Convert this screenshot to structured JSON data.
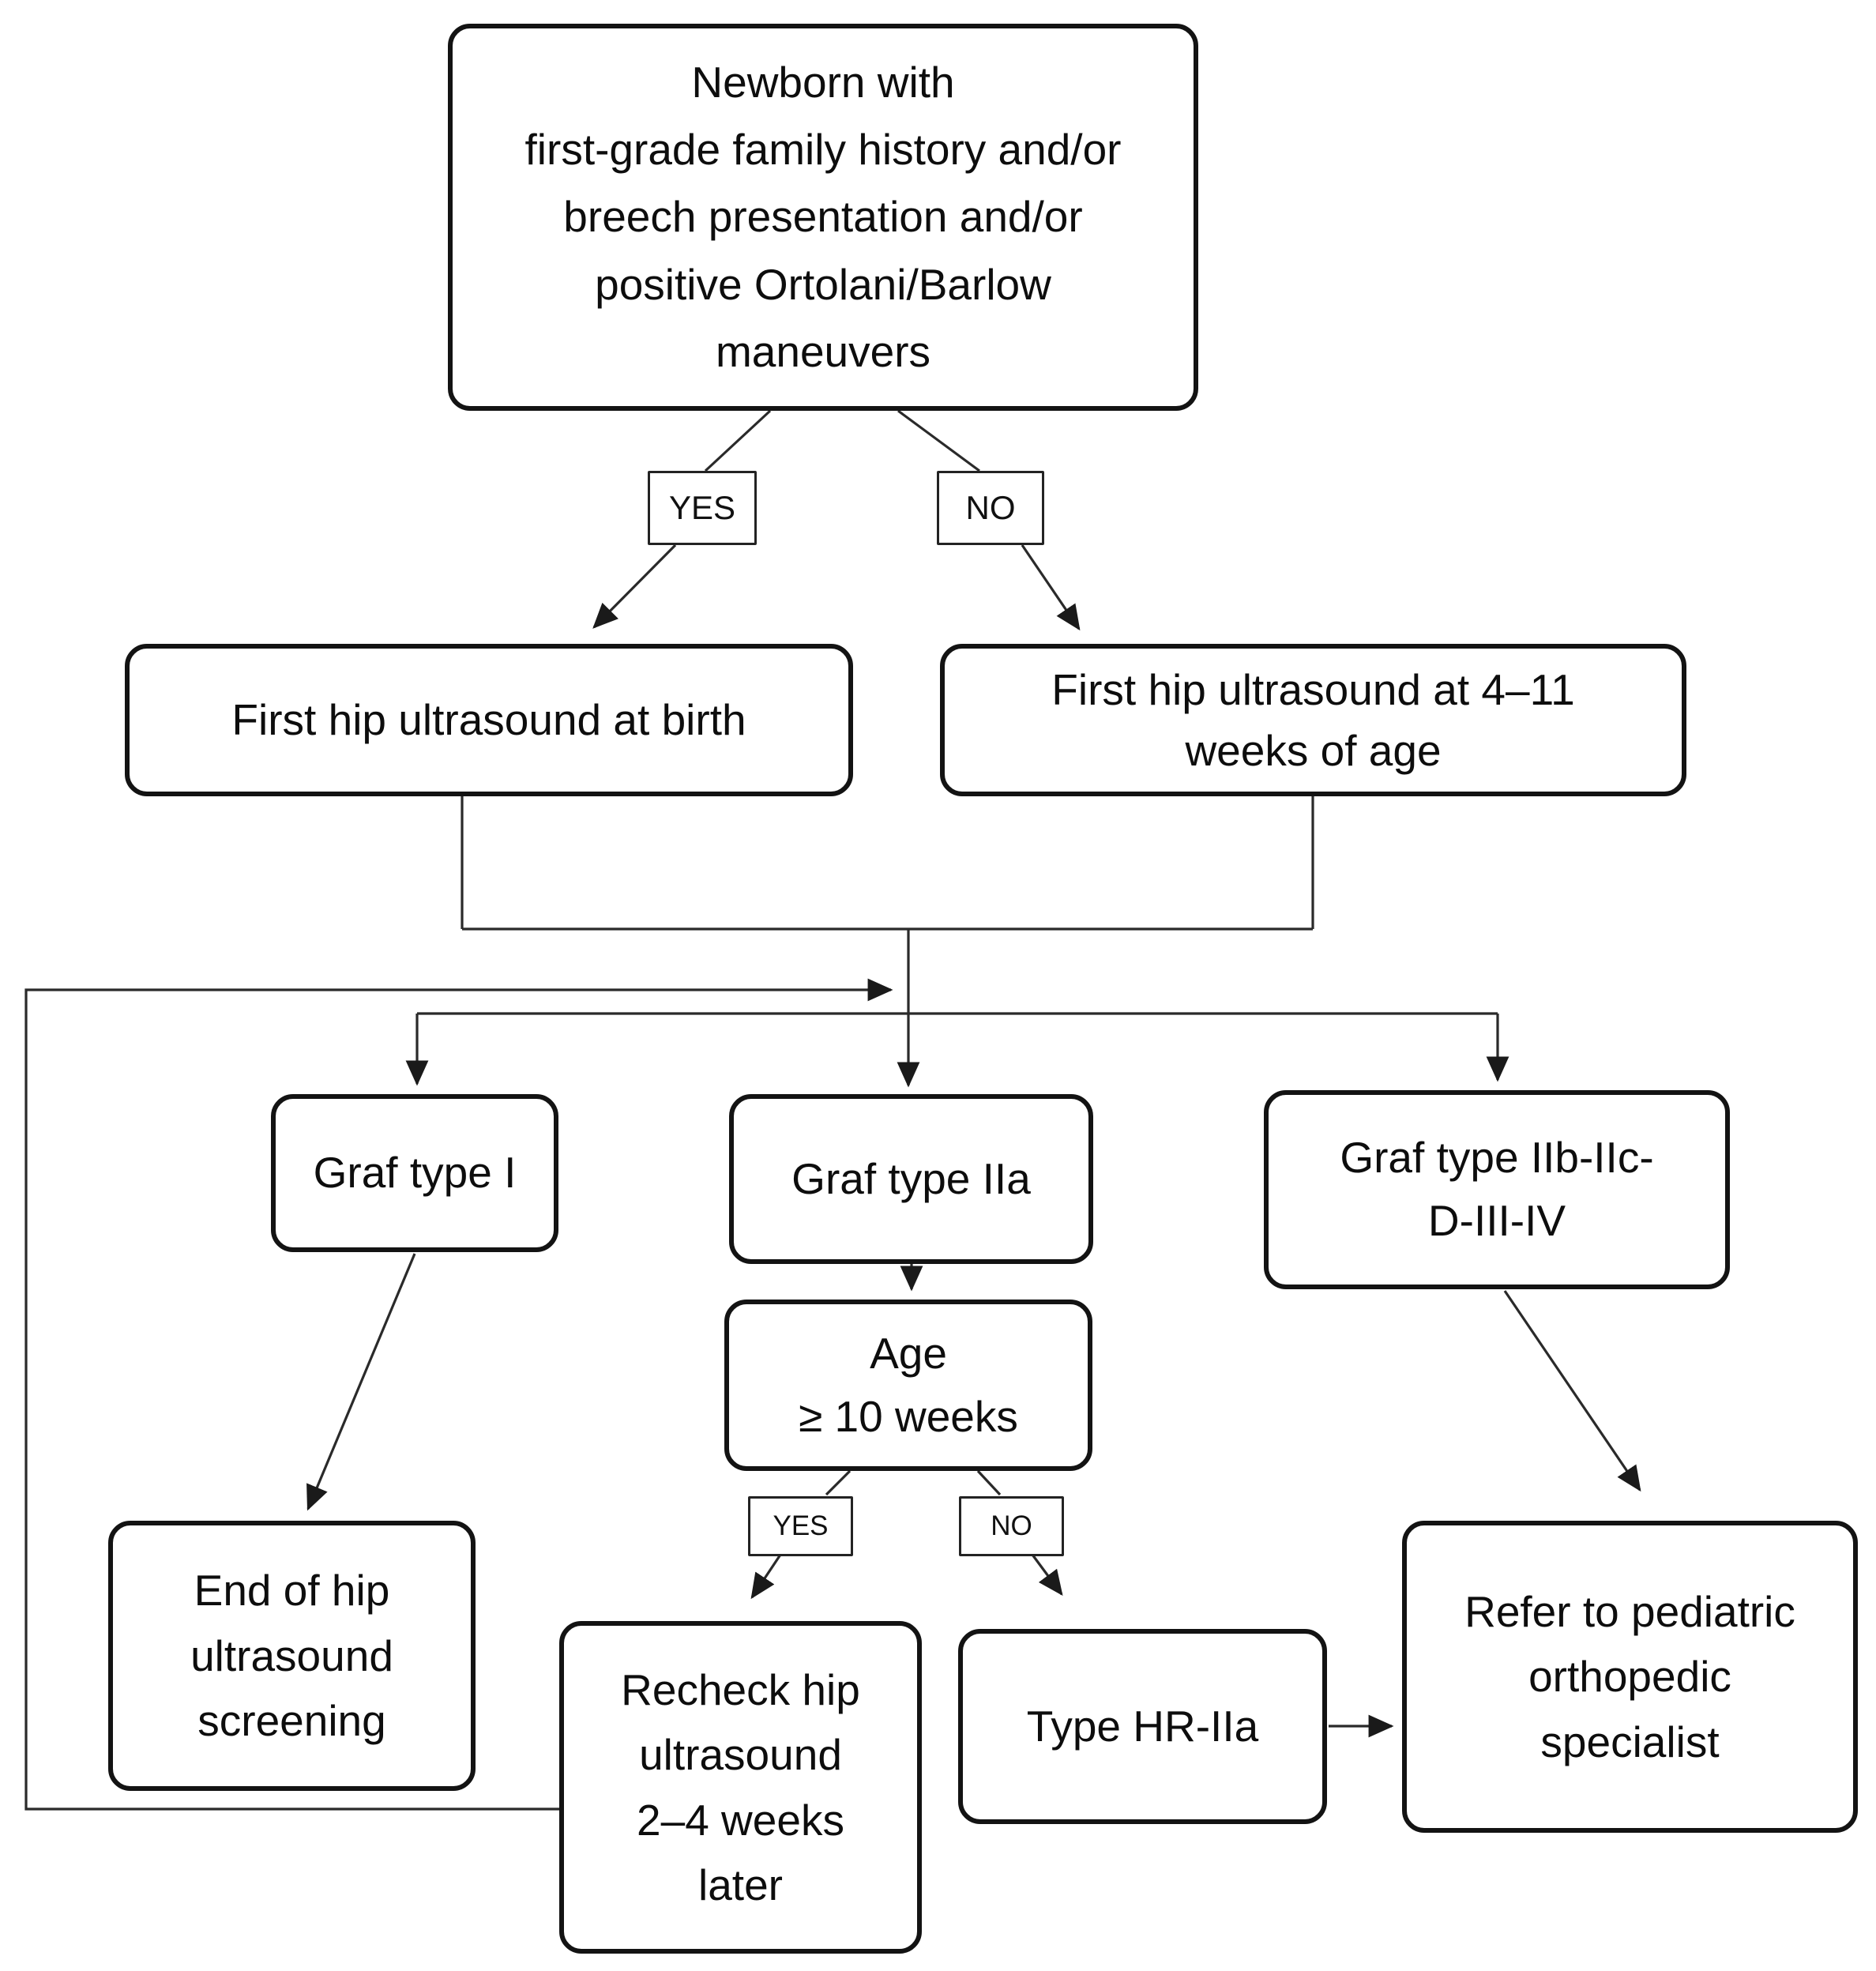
{
  "diagram": {
    "type": "flowchart",
    "topic": "Newborn hip ultrasound (DDH) screening decision pathway",
    "colors": {
      "background": "#ffffff",
      "box_fill": "#ffffff",
      "box_border": "#131313",
      "connector": "#2a2a2a",
      "text": "#0d0d0d"
    },
    "nodes": {
      "newborn": {
        "lines": [
          "Newborn with",
          "first-grade family history and/or",
          "breech presentation and/or",
          "positive Ortolani/Barlow",
          "maneuvers"
        ]
      },
      "yes1": {
        "label": "YES"
      },
      "no1": {
        "label": "NO"
      },
      "us_birth": {
        "lines": [
          "First hip ultrasound at birth"
        ]
      },
      "us_4_11": {
        "lines": [
          "First hip ultrasound at 4–11",
          "weeks of age"
        ]
      },
      "graf1": {
        "lines": [
          "Graf type I"
        ]
      },
      "graf2a": {
        "lines": [
          "Graf type IIa"
        ]
      },
      "graf2b": {
        "lines": [
          "Graf type IIb-IIc-",
          "D-III-IV"
        ]
      },
      "age": {
        "lines": [
          "Age",
          "≥ 10 weeks"
        ]
      },
      "yes2": {
        "label": "YES"
      },
      "no2": {
        "label": "NO"
      },
      "end_screening": {
        "lines": [
          "End of hip",
          "ultrasound",
          "screening"
        ]
      },
      "recheck": {
        "lines": [
          "Recheck hip",
          "ultrasound",
          "2–4 weeks",
          "later"
        ]
      },
      "hr2a": {
        "lines": [
          "Type HR-IIa"
        ]
      },
      "refer": {
        "lines": [
          "Refer to pediatric",
          "orthopedic",
          "specialist"
        ]
      }
    },
    "edges": [
      "newborn -YES-> us_birth",
      "newborn -NO-> us_4_11",
      "us_birth & us_4_11 -> merge -> graf1 | graf2a | graf2b",
      "graf1 -> end_screening",
      "graf2a -> age",
      "age -YES-> recheck",
      "age -NO-> hr2a",
      "hr2a -> refer",
      "graf2b -> refer",
      "recheck -> loop back to merge point"
    ]
  }
}
